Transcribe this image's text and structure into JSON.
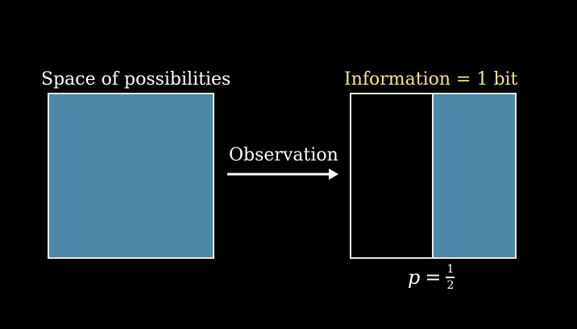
{
  "left": {
    "title": "Space of possibilities",
    "fill_color": "#4c88a8"
  },
  "arrow": {
    "label": "Observation"
  },
  "right": {
    "title": "Information = 1 bit",
    "title_color": "#f2e68a",
    "fill_color": "#4c88a8",
    "filled_fraction": 0.5
  },
  "probability": {
    "variable": "p",
    "equals": "=",
    "numerator": "1",
    "denominator": "2"
  }
}
